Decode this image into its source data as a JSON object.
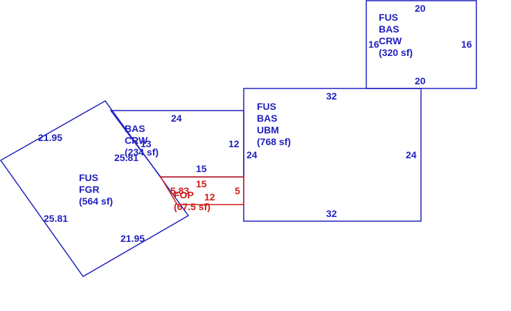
{
  "colors": {
    "main": "#1f1fbf",
    "porch": "#d01a1a",
    "background": "#ffffff"
  },
  "areas": {
    "garage": {
      "line1": "FUS",
      "line2": "FGR",
      "line3": "(564 sf)"
    },
    "crawl_left": {
      "line1": "BAS",
      "line2": "CRW",
      "line3": "(234 sf)"
    },
    "upper": {
      "line1": "FUS",
      "line2": "BAS",
      "line3": "CRW",
      "line4": "(320 sf)"
    },
    "basement": {
      "line1": "FUS",
      "line2": "BAS",
      "line3": "UBM",
      "line4": "(768 sf)"
    },
    "porch": {
      "line1": "FOP",
      "line2": "(67.5 sf)"
    }
  },
  "dimensions": {
    "garage_top": "21.95",
    "garage_bottom": "21.95",
    "garage_left": "25.81",
    "garage_right": "25.81",
    "crawl_top": "24",
    "crawl_right": "12",
    "crawl_bottom": "15",
    "crawl_left": "13",
    "upper_top": "20",
    "upper_bottom": "20",
    "upper_left": "16",
    "upper_right": "16",
    "basement_top": "32",
    "basement_bottom": "32",
    "basement_left": "24",
    "basement_right": "24",
    "porch_top": "15",
    "porch_bottom": "12",
    "porch_left": "5.83",
    "porch_right": "5"
  }
}
